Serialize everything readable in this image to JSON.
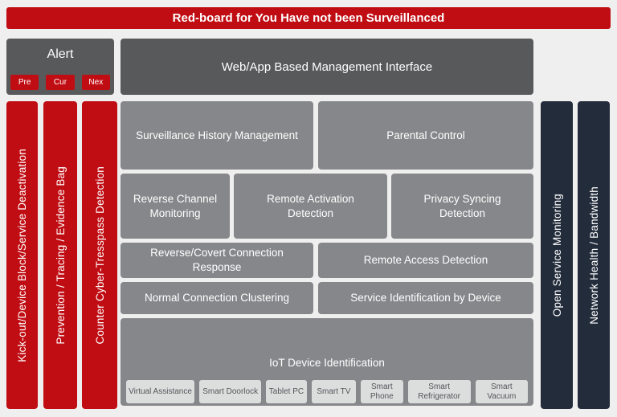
{
  "banner": {
    "title": "Red-board for You Have not been Surveillanced"
  },
  "alert": {
    "title": "Alert",
    "buttons": [
      {
        "label": "Pre"
      },
      {
        "label": "Cur"
      },
      {
        "label": "Nex"
      }
    ]
  },
  "management": {
    "label": "Web/App Based Management Interface"
  },
  "left_bars": [
    {
      "label": "Kick-out/Device Block/Service Deactivation"
    },
    {
      "label": "Prevention / Tracing / Evidence Bag"
    },
    {
      "label": "Counter Cyber-Tresspass Detection"
    }
  ],
  "right_bars": [
    {
      "label": "Open Service Monitoring"
    },
    {
      "label": "Network Health / Bandwidth"
    }
  ],
  "blocks": {
    "row1": [
      "Surveillance History Management",
      "Parental Control"
    ],
    "row2": [
      "Reverse Channel Monitoring",
      "Remote Activation Detection",
      "Privacy Syncing Detection"
    ],
    "row3": [
      "Reverse/Covert Connection Response",
      "Remote Access Detection"
    ],
    "row4": [
      "Normal Connection Clustering",
      "Service Identification by Device"
    ],
    "iot": {
      "title": "IoT Device Identification",
      "devices": [
        "Virtual Assistance",
        "Smart Doorlock",
        "Tablet PC",
        "Smart TV",
        "Smart Phone",
        "Smart Refrigerator",
        "Smart Vacuum"
      ]
    }
  },
  "colors": {
    "red": "#c00d13",
    "dark_gray": "#58595b",
    "block_gray": "#86878a",
    "navy": "#232c3b",
    "device_light_gray": "#dcdddd",
    "background": "#f0eff0"
  }
}
